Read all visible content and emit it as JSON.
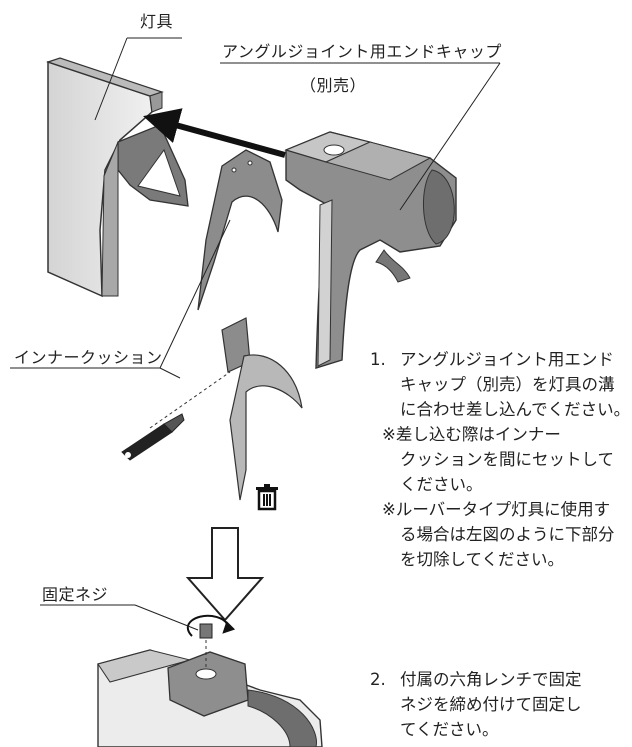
{
  "labels": {
    "fixture": "灯具",
    "endcap": "アングルジョイント用エンドキャップ",
    "endcap_sub": "（別売）",
    "inner_cushion": "インナークッション",
    "fixing_screw": "固定ネジ"
  },
  "step1": {
    "num": "1.",
    "lines": [
      "アングルジョイント用エンド",
      "キャップ（別売）を灯具の溝",
      "に合わせ差し込んでください。"
    ],
    "notes": [
      "※差し込む際はインナー",
      "クッションを間にセットして",
      "ください。",
      "※ルーバータイプ灯具に使用す",
      "る場合は左図のように下部分",
      "を切除してください。"
    ]
  },
  "step2": {
    "num": "2.",
    "lines": [
      "付属の六角レンチで固定",
      "ネジを締め付けて固定し",
      "てください。"
    ]
  },
  "icons": [
    "cutter-icon",
    "trash-icon",
    "down-arrow-icon",
    "rotate-arrow-icon"
  ],
  "colors": {
    "line": "#222222",
    "gray_dark": "#6e6e6e",
    "gray_mid": "#9a9a9a",
    "gray_light": "#c8c8c8"
  }
}
